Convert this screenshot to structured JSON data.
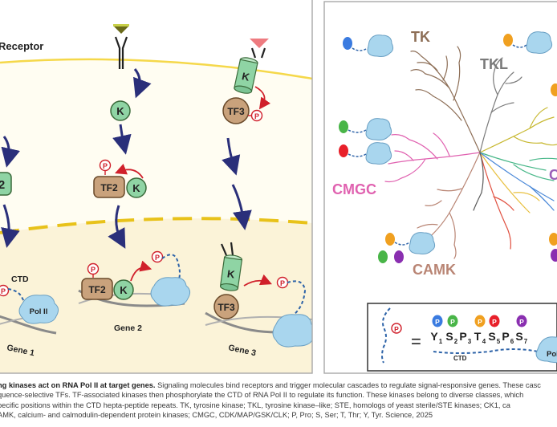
{
  "left_panel": {
    "receptor_label": "Receptor",
    "cluster1": {
      "tf_label": "2",
      "ctd_label": "CTD",
      "pol_label": "Pol II",
      "gene_label": "Gene 1"
    },
    "cluster2": {
      "k_label": "K",
      "tf_label": "TF2",
      "k2_label": "K",
      "gene_label": "Gene 2"
    },
    "cluster3": {
      "k_label": "K",
      "tf_label": "TF3",
      "k2_label": "K",
      "tf2_label": "TF3",
      "gene_label": "Gene 3"
    },
    "p_label": "P"
  },
  "right_panel": {
    "families": {
      "tk": "TK",
      "tkl": "TKL",
      "cmgc": "CMGC",
      "camk": "CAMK",
      "c_partial": "C"
    },
    "ctd_box": {
      "equals": "=",
      "ctd_label": "CTD",
      "pol_label": "Pol",
      "residues": [
        {
          "aa": "Y",
          "n": "1"
        },
        {
          "aa": "S",
          "n": "2"
        },
        {
          "aa": "P",
          "n": "3"
        },
        {
          "aa": "T",
          "n": "4"
        },
        {
          "aa": "S",
          "n": "5"
        },
        {
          "aa": "P",
          "n": "6"
        },
        {
          "aa": "S",
          "n": "7"
        }
      ],
      "p_label": "P"
    }
  },
  "caption": {
    "line1_bold": "ng kinases act on RNA Pol II at target genes.",
    "line1_rest": " Signaling molecules bind receptors and trigger molecular cascades to regulate signal-responsive genes. These casc",
    "line2": "quence-selective TFs. TF-associated kinases then phosphorylate the CTD of RNA Pol II to regulate its function. These kinases belong to diverse classes, which",
    "line3": "pecific positions within the CTD hepta-peptide repeats. TK, tyrosine kinase; TKL, tyrosine kinase–like; STE, homologs of yeast sterile/STE kinases; CK1, ca",
    "line4": "AMK, calcium- and calmodulin-dependent protein kinases; CMGC, CDK/MAP/GSK/CLK; P, Pro; S, Ser; T, Thr; Y, Tyr. Science, 2025"
  },
  "colors": {
    "panel_border": "#a8a8a8",
    "left_bg": "#fdf6dc",
    "membrane": "#f5d84a",
    "nuclear_dash": "#e8c21a",
    "arrow": "#2a2f7a",
    "kinase": "#8fd4a4",
    "tf": "#c9a27c",
    "p_red": "#d0202b",
    "polII": "#a9d6ee",
    "dna": "#8a8a8a",
    "ctd_blue": "#2d63a8",
    "tk": "#8d6e56",
    "tkl": "#7a7a7a",
    "cmgc": "#e062b0",
    "camk": "#b98574",
    "blue_ball": "#3a7be0",
    "green_ball": "#49b548",
    "orange_ball": "#f0a020",
    "red_ball": "#e8202a",
    "purple_ball": "#8a2fb0"
  }
}
